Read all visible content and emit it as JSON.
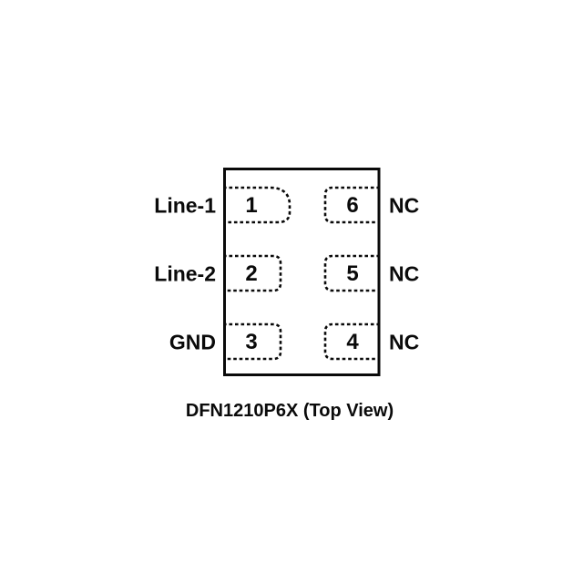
{
  "diagram": {
    "caption": "DFN1210P6X (Top View)",
    "colors": {
      "background": "#ffffff",
      "line": "#0a0a0a"
    },
    "pins": [
      {
        "number": "1",
        "label": "Line-1",
        "side": "left"
      },
      {
        "number": "2",
        "label": "Line-2",
        "side": "left"
      },
      {
        "number": "3",
        "label": "GND",
        "side": "left"
      },
      {
        "number": "4",
        "label": "NC",
        "side": "right"
      },
      {
        "number": "5",
        "label": "NC",
        "side": "right"
      },
      {
        "number": "6",
        "label": "NC",
        "side": "right"
      }
    ]
  }
}
